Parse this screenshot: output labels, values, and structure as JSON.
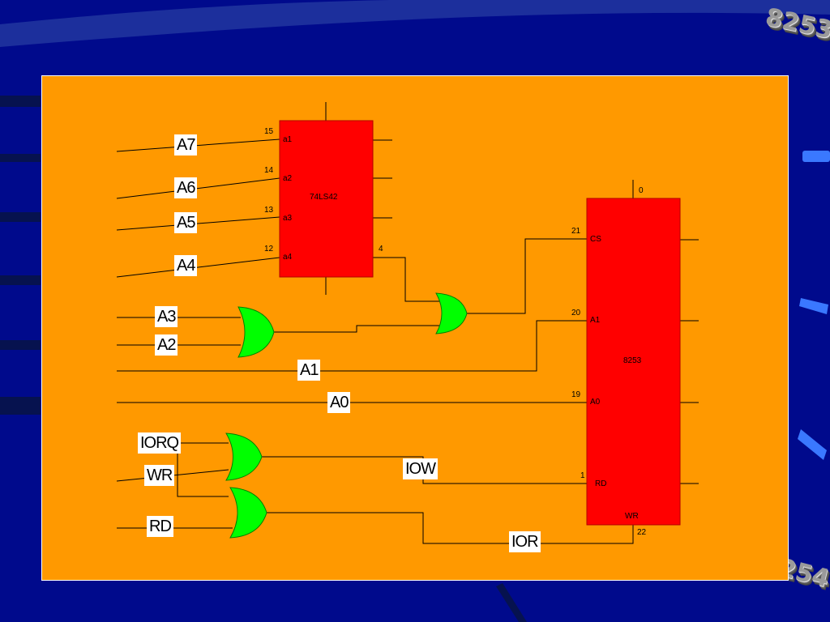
{
  "badges": {
    "top": "8253",
    "bottom": "8254"
  },
  "chips": {
    "decoder": {
      "name": "74LS42",
      "pins": [
        {
          "num": "15",
          "name": "a1"
        },
        {
          "num": "14",
          "name": "a2"
        },
        {
          "num": "13",
          "name": "a3"
        },
        {
          "num": "12",
          "name": "a4"
        }
      ],
      "output_pin": "4"
    },
    "timer": {
      "name": "8253",
      "top_pin": "0",
      "pins": [
        {
          "num": "21",
          "name": "CS"
        },
        {
          "num": "20",
          "name": "A1"
        },
        {
          "num": "19",
          "name": "A0"
        },
        {
          "num": "1",
          "name": "RD"
        }
      ],
      "wr_name": "WR",
      "wr_pin": "22"
    }
  },
  "signals": {
    "a7": "A7",
    "a6": "A6",
    "a5": "A5",
    "a4": "A4",
    "a3": "A3",
    "a2": "A2",
    "a1": "A1",
    "a0": "A0",
    "iorq": "IORQ",
    "wr": "WR",
    "rd": "RD",
    "iow": "IOW",
    "ior": "IOR"
  },
  "colors": {
    "background": "#000a8c",
    "board": "#ff9900",
    "chip": "#ff0000",
    "gate": "#00ff00",
    "wire": "#000000"
  }
}
